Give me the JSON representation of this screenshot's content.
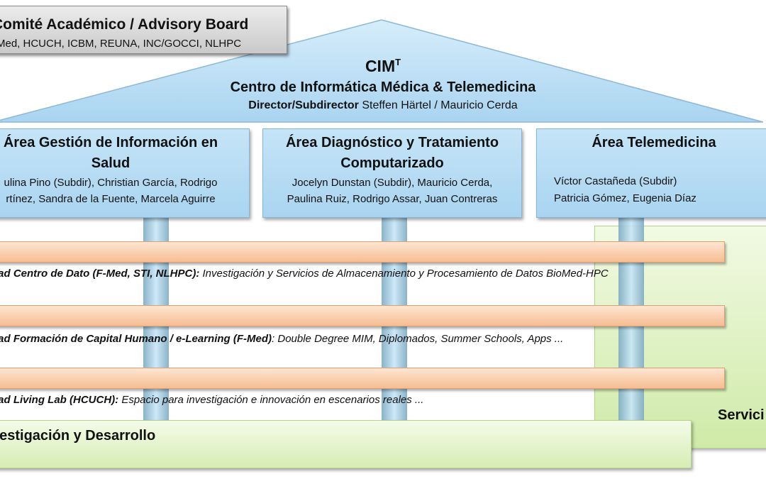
{
  "advisory": {
    "title": "Comité Académico / Advisory Board",
    "members": "-Med, HCUCH, ICBM, REUNA, INC/GOCCI, NLHPC"
  },
  "center": {
    "acronym": "CIM",
    "acronym_sup": "T",
    "name": "Centro de Informática Médica & Telemedicina",
    "director_label": "Director/Subdirector",
    "director_names": " Steffen Härtel / Mauricio Cerda"
  },
  "areas": [
    {
      "title_l1": "Área Gestión de Información en",
      "title_l2": "Salud",
      "people_l1": "ulina Pino (Subdir), Christian García, Rodrigo",
      "people_l2": "rtínez, Sandra de la Fuente, Marcela Aguirre"
    },
    {
      "title_l1": "Área Diagnóstico y Tratamiento",
      "title_l2": "Computarizado",
      "people_l1": "Jocelyn Dunstan (Subdir), Mauricio Cerda,",
      "people_l2": "Paulina Ruiz, Rodrigo Assar, Juan Contreras"
    },
    {
      "title_l1": "Área Telemedicina",
      "people_l1": "Víctor Castañeda (Subdir)",
      "people_l2": "Patricia Gómez, Eugenia Díaz"
    }
  ],
  "units": [
    {
      "name": "dad Centro de Dato (F-Med, STI, NLHPC):",
      "desc": "  Investigación y Servicios de Almacenamiento y Procesamiento de Datos BioMed-HPC"
    },
    {
      "name": "dad Formación de Capital Humano / e-Learning (F-Med)",
      "desc": ": Double Degree MIM, Diplomados, Summer Schools, Apps  ..."
    },
    {
      "name": "dad Living Lab (HCUCH):",
      "desc": " Espacio para investigación e innovación en escenarios reales ..."
    }
  ],
  "id_label": "vestigación y Desarrollo",
  "servicios_label": "Servici",
  "colors": {
    "roof": "#c4e3f7",
    "area_fill": "#b9dcf4",
    "bar_orange": "#f9cca8",
    "green": "#e2f2c8",
    "advisory_gray": "#d9d9d9"
  }
}
